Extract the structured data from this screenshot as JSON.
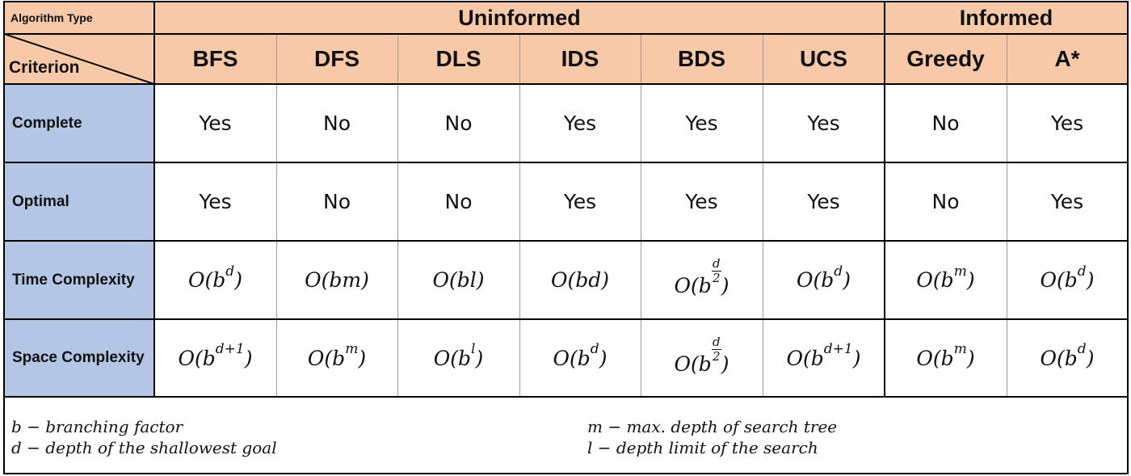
{
  "header": {
    "algorithm_type_label": "Algorithm Type",
    "criterion_label": "Criterion",
    "groups": [
      {
        "label": "Uninformed"
      },
      {
        "label": "Informed"
      }
    ],
    "algorithms": [
      {
        "label": "BFS"
      },
      {
        "label": "DFS"
      },
      {
        "label": "DLS"
      },
      {
        "label": "IDS"
      },
      {
        "label": "BDS"
      },
      {
        "label": "UCS"
      },
      {
        "label": "Greedy"
      },
      {
        "label": "A*"
      }
    ]
  },
  "rows": [
    {
      "label": "Complete",
      "cells": [
        "Yes",
        "No",
        "No",
        "Yes",
        "Yes",
        "Yes",
        "No",
        "Yes"
      ]
    },
    {
      "label": "Optimal",
      "cells": [
        "Yes",
        "No",
        "No",
        "Yes",
        "Yes",
        "Yes",
        "No",
        "Yes"
      ]
    },
    {
      "label": "Time Complexity",
      "cells": [
        "O(b^d)",
        "O(bm)",
        "O(bl)",
        "O(bd)",
        "O(b^(d/2))",
        "O(b^d)",
        "O(b^m)",
        "O(b^d)"
      ]
    },
    {
      "label": "Space Complexity",
      "cells": [
        "O(b^(d+1))",
        "O(b^m)",
        "O(b^l)",
        "O(b^d)",
        "O(b^(d/2))",
        "O(b^(d+1))",
        "O(b^m)",
        "O(b^d)"
      ]
    }
  ],
  "legend": [
    {
      "text": "b − branching factor"
    },
    {
      "text": "d − depth of the shallowest goal"
    },
    {
      "text": "m − max. depth of search tree"
    },
    {
      "text": "l − depth limit of the search"
    }
  ]
}
